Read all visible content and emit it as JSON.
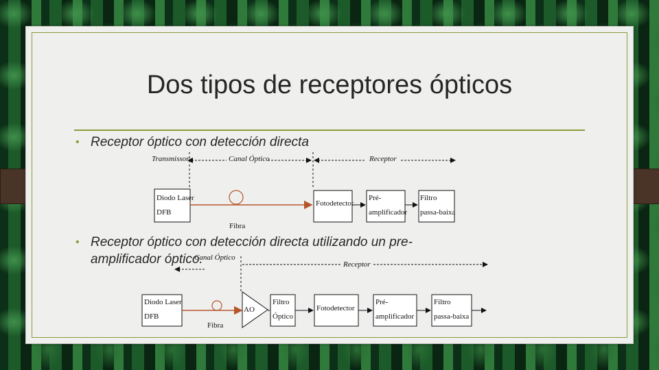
{
  "slide": {
    "title": "Dos tipos de receptores ópticos",
    "bullet1": "Receptor óptico con detección directa",
    "bullet2_line1": "Receptor óptico con detección directa utilizando un pre-",
    "bullet2_line2": "amplificador óptico."
  },
  "diagram1": {
    "section_transmissor": "Transmissor",
    "section_canal": "Canal Óptico",
    "section_receptor": "Receptor",
    "laser_line1": "Diodo Laser",
    "laser_line2": "DFB",
    "fiber_label": "Fibra",
    "photodetector": "Fotodetector",
    "preamp_line1": "Pré-",
    "preamp_line2": "amplificador",
    "filter_line1": "Filtro",
    "filter_line2": "passa-baixa"
  },
  "diagram2": {
    "section_canal": "Canal Óptico",
    "section_receptor": "Receptor",
    "laser_line1": "Diodo Laser",
    "laser_line2": "DFB",
    "fiber_label": "Fibra",
    "amp_label": "AO",
    "optfilter_line1": "Filtro",
    "optfilter_line2": "Óptico",
    "photodetector": "Fotodetector",
    "preamp_line1": "Pré-",
    "preamp_line2": "amplificador",
    "filter_line1": "Filtro",
    "filter_line2": "passa-baixa"
  },
  "colors": {
    "background": "#0f3a1c",
    "card": "#efefee",
    "accent": "#8a9a3a",
    "fiber": "#b5562a"
  }
}
